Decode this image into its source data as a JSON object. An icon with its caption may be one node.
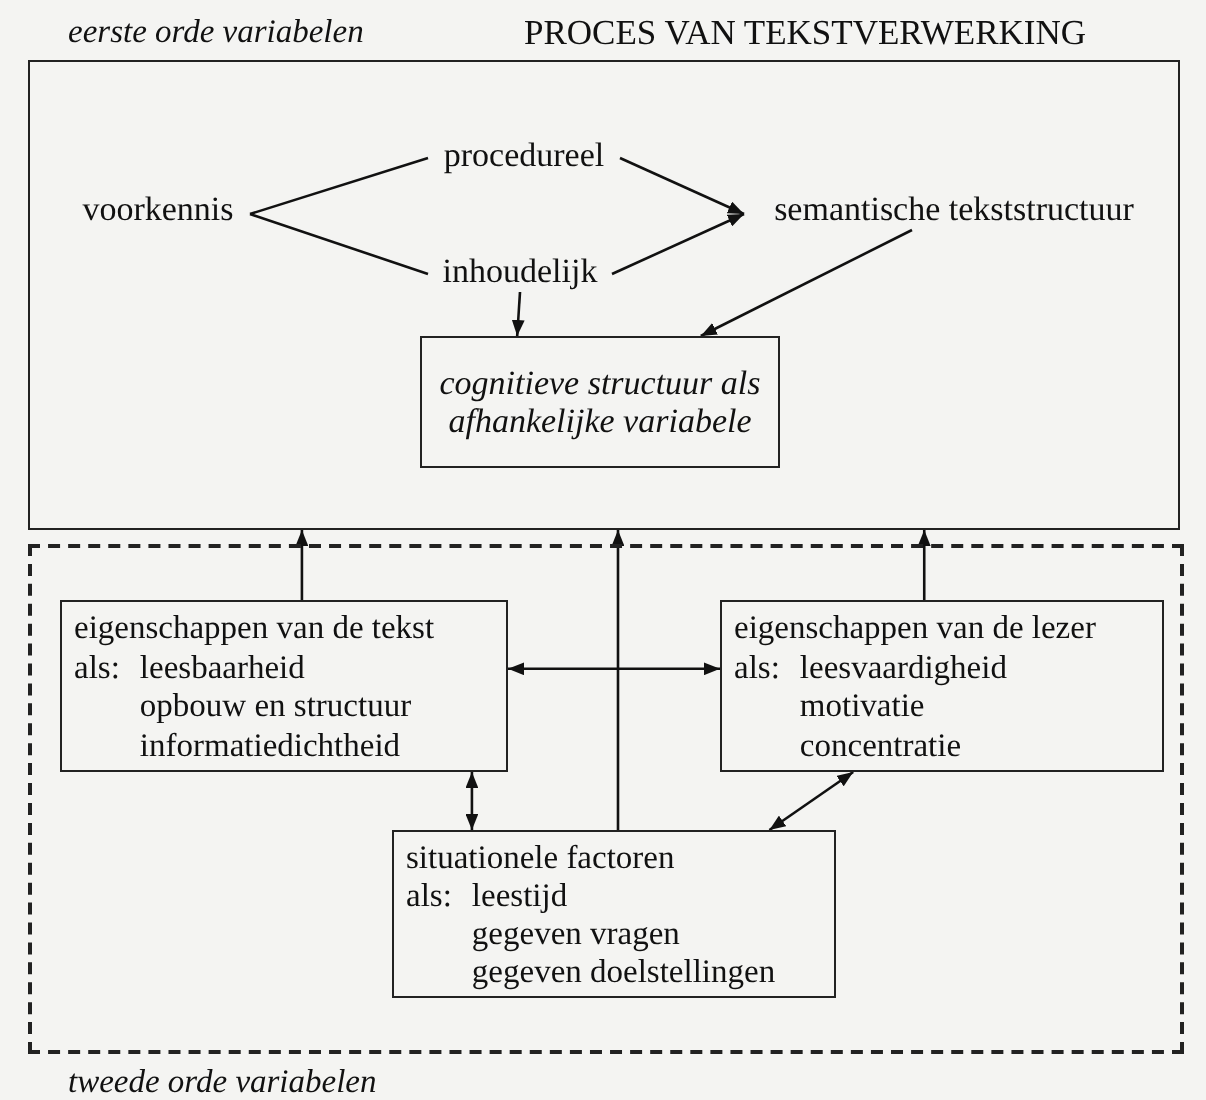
{
  "diagram": {
    "title": "PROCES VAN TEKSTVERWERKING",
    "nodes": [
      {
        "text": [
          "eerste orde variabelen"
        ]
      },
      {
        "text": [
          "voorkennis"
        ],
        "in": 0
      },
      {
        "text": [
          "procedureel"
        ],
        "in": 0
      },
      {
        "text": [
          "inhoudelijk"
        ],
        "in": 0
      },
      {
        "text": [
          "semantische tekststructuur"
        ],
        "in": 0
      },
      {
        "text": [
          "cognitieve structuur als afhankelijke variabele"
        ],
        "in": 0
      },
      {
        "text": [
          "tweede orde variabelen"
        ]
      },
      {
        "text": [
          "eigenschappen van de tekst",
          "als:",
          "leesbaarheid",
          "opbouw en structuur",
          "informatiedichtheid"
        ],
        "in": 6
      },
      {
        "text": [
          "eigenschappen van de lezer",
          "als:",
          "leesvaardigheid",
          "motivatie",
          "concentratie"
        ],
        "in": 6
      },
      {
        "text": [
          "situationele factoren",
          "als:",
          "leestijd",
          "gegeven vragen",
          "gegeven doelstellingen"
        ],
        "in": 6
      }
    ],
    "edges": [
      {
        "from": 1,
        "to": 2,
        "arrow": "none"
      },
      {
        "from": 1,
        "to": 3,
        "arrow": "none"
      },
      {
        "from": 2,
        "to": 4,
        "arrow": "to"
      },
      {
        "from": 3,
        "to": 4,
        "arrow": "to"
      },
      {
        "from": 3,
        "to": 5,
        "arrow": "to"
      },
      {
        "from": 4,
        "to": 5,
        "arrow": "to"
      },
      {
        "from": 7,
        "to": 0,
        "arrow": "to"
      },
      {
        "from": 9,
        "to": 0,
        "arrow": "to"
      },
      {
        "from": 8,
        "to": 0,
        "arrow": "to"
      },
      {
        "from": 7,
        "to": 8,
        "arrow": "both"
      },
      {
        "from": 9,
        "to": 7,
        "arrow": "both"
      },
      {
        "from": 9,
        "to": 8,
        "arrow": "both"
      }
    ]
  }
}
